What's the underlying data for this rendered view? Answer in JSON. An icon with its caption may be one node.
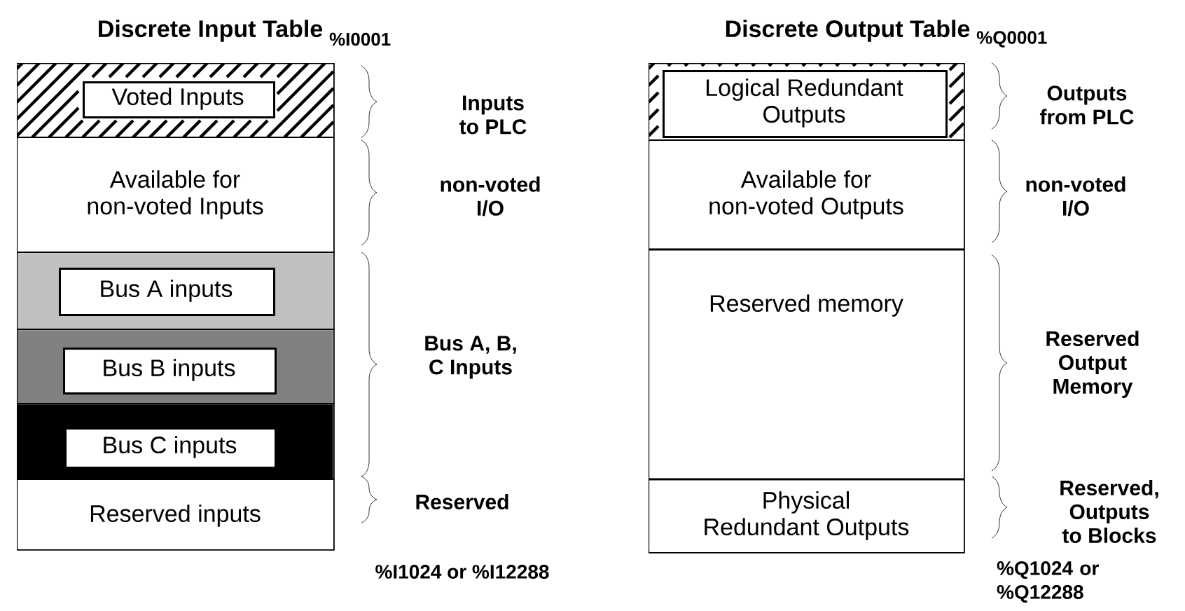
{
  "diagram": {
    "nodes": [
      {
        "text": [
          "Discrete Input Table"
        ]
      },
      {
        "text": [],
        "shape": "box",
        "in": 0
      },
      {
        "text": [
          "Voted Inputs"
        ],
        "in": 1
      },
      {
        "text": [
          "Available for non-voted Inputs"
        ],
        "in": 0
      },
      {
        "text": [],
        "shape": "box",
        "in": 0
      },
      {
        "text": [
          "Bus A inputs"
        ],
        "in": 4
      },
      {
        "text": [],
        "shape": "box",
        "in": 0
      },
      {
        "text": [
          "Bus B inputs"
        ],
        "in": 6
      },
      {
        "text": [],
        "shape": "box",
        "in": 0
      },
      {
        "text": [
          "Bus C inputs"
        ],
        "in": 8
      },
      {
        "text": [
          "Reserved inputs"
        ],
        "in": 0
      },
      {
        "text": [
          "Discrete Output Table"
        ]
      },
      {
        "text": [],
        "shape": "box",
        "in": 11
      },
      {
        "text": [
          "Logical Redundant Outputs"
        ],
        "in": 12
      },
      {
        "text": [
          "Available for non-voted Outputs"
        ],
        "in": 11
      },
      {
        "text": [
          "Reserved memory"
        ],
        "in": 11
      },
      {
        "text": [
          "Physical Redundant Outputs"
        ],
        "in": 11
      }
    ],
    "labels": [
      "%I0001",
      "%Q0001",
      "Inputs to PLC",
      "Outputs from PLC",
      "non-voted I/O",
      "non-voted I/O",
      "Bus A, B, C Inputs",
      "Reserved Output Memory",
      "Reserved",
      "Reserved, Outputs to Blocks",
      "%I1024 or %I12288",
      "%Q1024 or %Q12288"
    ]
  }
}
